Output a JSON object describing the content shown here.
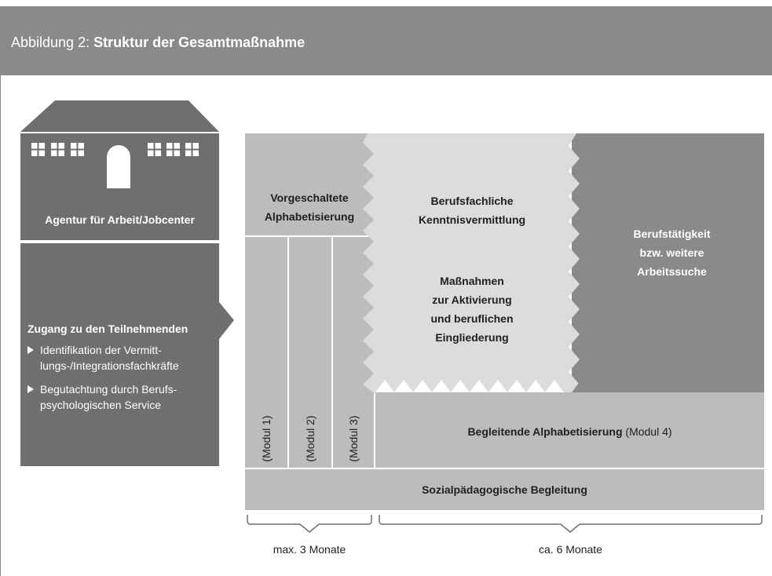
{
  "figure": {
    "title_prefix": "Abbildung 2: ",
    "title_bold": "Struktur der Gesamtmaßnahme"
  },
  "agency": {
    "name": "Agentur für Arbeit/Jobcenter",
    "access_title": "Zugang zu den Teilnehmenden",
    "bullets": [
      "Identifikation der Vermitt-lungs-/Integrationsfachkräfte",
      "Begutachtung durch Berufs-psychologischen Service"
    ],
    "bullet_lines": [
      [
        "Identifikation der Vermitt-",
        "lungs-/Integrationsfachkräfte"
      ],
      [
        "Begutachtung durch Berufs-",
        "psychologischen Service"
      ]
    ]
  },
  "blocks": {
    "pre_literacy": [
      "Vorgeschaltete",
      "Alphabetisierung"
    ],
    "modules": [
      "(Modul 1)",
      "(Modul 2)",
      "(Modul 3)"
    ],
    "vocational": [
      "Berufsfachliche",
      "Kenntnisvermittlung"
    ],
    "activation": [
      "Maßnahmen",
      "zur Aktivierung",
      "und beruflichen",
      "Eingliederung"
    ],
    "employment": [
      "Berufstätigkeit",
      "bzw. weitere",
      "Arbeitssuche"
    ],
    "accompanying_bold": "Begleitende Alphabetisierung",
    "accompanying_plain": " (Modul 4)",
    "social": "Sozialpädagogische Begleitung"
  },
  "durations": {
    "first": "max. 3 Monate",
    "second": "ca. 6 Monate"
  },
  "colors": {
    "header": "#8a8a8a",
    "dark_block": "#6f6f71",
    "mid_gray": "#bcbcbe",
    "light_gray": "#dcdcdd",
    "employment": "#8a8a8c",
    "text_dark": "#1f1f1f",
    "white": "#ffffff"
  }
}
